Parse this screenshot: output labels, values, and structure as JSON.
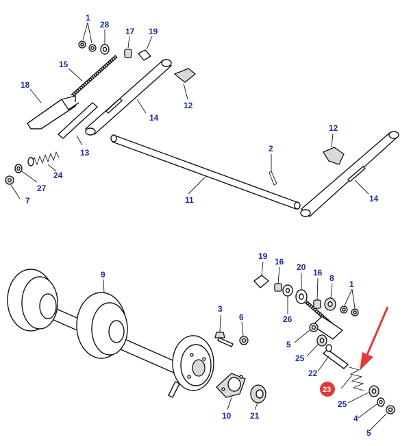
{
  "colors": {
    "label": "#1a2a9c",
    "highlight": "#e03a3a",
    "arrow": "#e03a3a"
  },
  "labels": {
    "l1a": "1",
    "l28a": "28",
    "l17a": "17",
    "l19a": "19",
    "l15": "15",
    "l18": "18",
    "l14a": "14",
    "l12a": "12",
    "l13": "13",
    "l24": "24",
    "l27": "27",
    "l7": "7",
    "l2": "2",
    "l11": "11",
    "l12b": "12",
    "l14b": "14",
    "l9": "9",
    "l19b": "19",
    "l16a": "16",
    "l20": "20",
    "l16b": "16",
    "l8": "8",
    "l1b": "1",
    "l26": "26",
    "l3": "3",
    "l6": "6",
    "l5a": "5",
    "l25a": "25",
    "l22": "22",
    "l23": "23",
    "l25b": "25",
    "l4": "4",
    "l5b": "5",
    "l10": "10",
    "l21": "21"
  }
}
